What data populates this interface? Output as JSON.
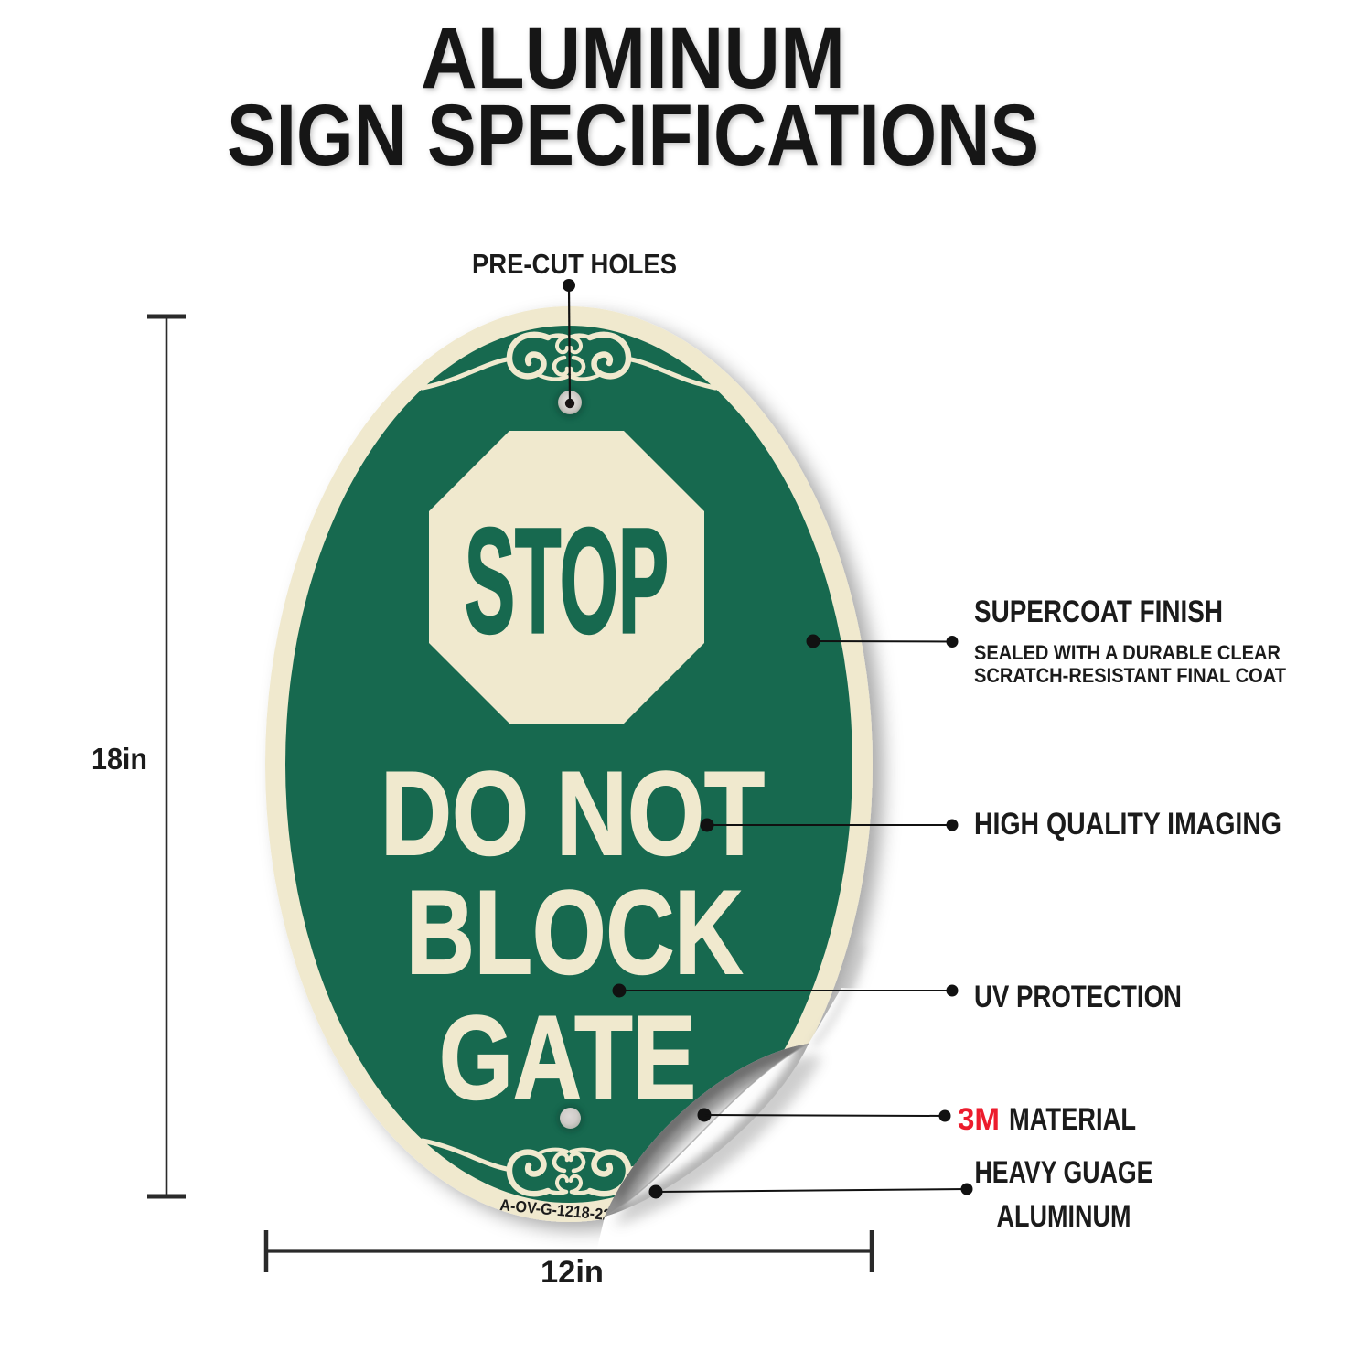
{
  "title": {
    "line1": "ALUMINUM",
    "line2": "SIGN SPECIFICATIONS",
    "color": "#141414"
  },
  "sign": {
    "stop_text": "STOP",
    "message_line1": "DO NOT",
    "message_line2": "BLOCK",
    "message_line3": "GATE",
    "sku_code": "A-OV-G-1218-22",
    "green": "#17694F",
    "cream": "#F0E9CE"
  },
  "callouts": {
    "precut_holes": "PRE-CUT HOLES",
    "supercoat_title": "SUPERCOAT FINISH",
    "supercoat_sub1": "SEALED WITH A DURABLE CLEAR",
    "supercoat_sub2": "SCRATCH-RESISTANT FINAL COAT",
    "imaging": "HIGH QUALITY IMAGING",
    "uv": "UV PROTECTION",
    "material_brand": "3M",
    "material_brand_color": "#EC1C2D",
    "material_rest": "MATERIAL",
    "gauge_line1": "HEAVY GUAGE",
    "gauge_line2": "ALUMINUM"
  },
  "dimensions": {
    "height_label": "18in",
    "width_label": "12in"
  }
}
